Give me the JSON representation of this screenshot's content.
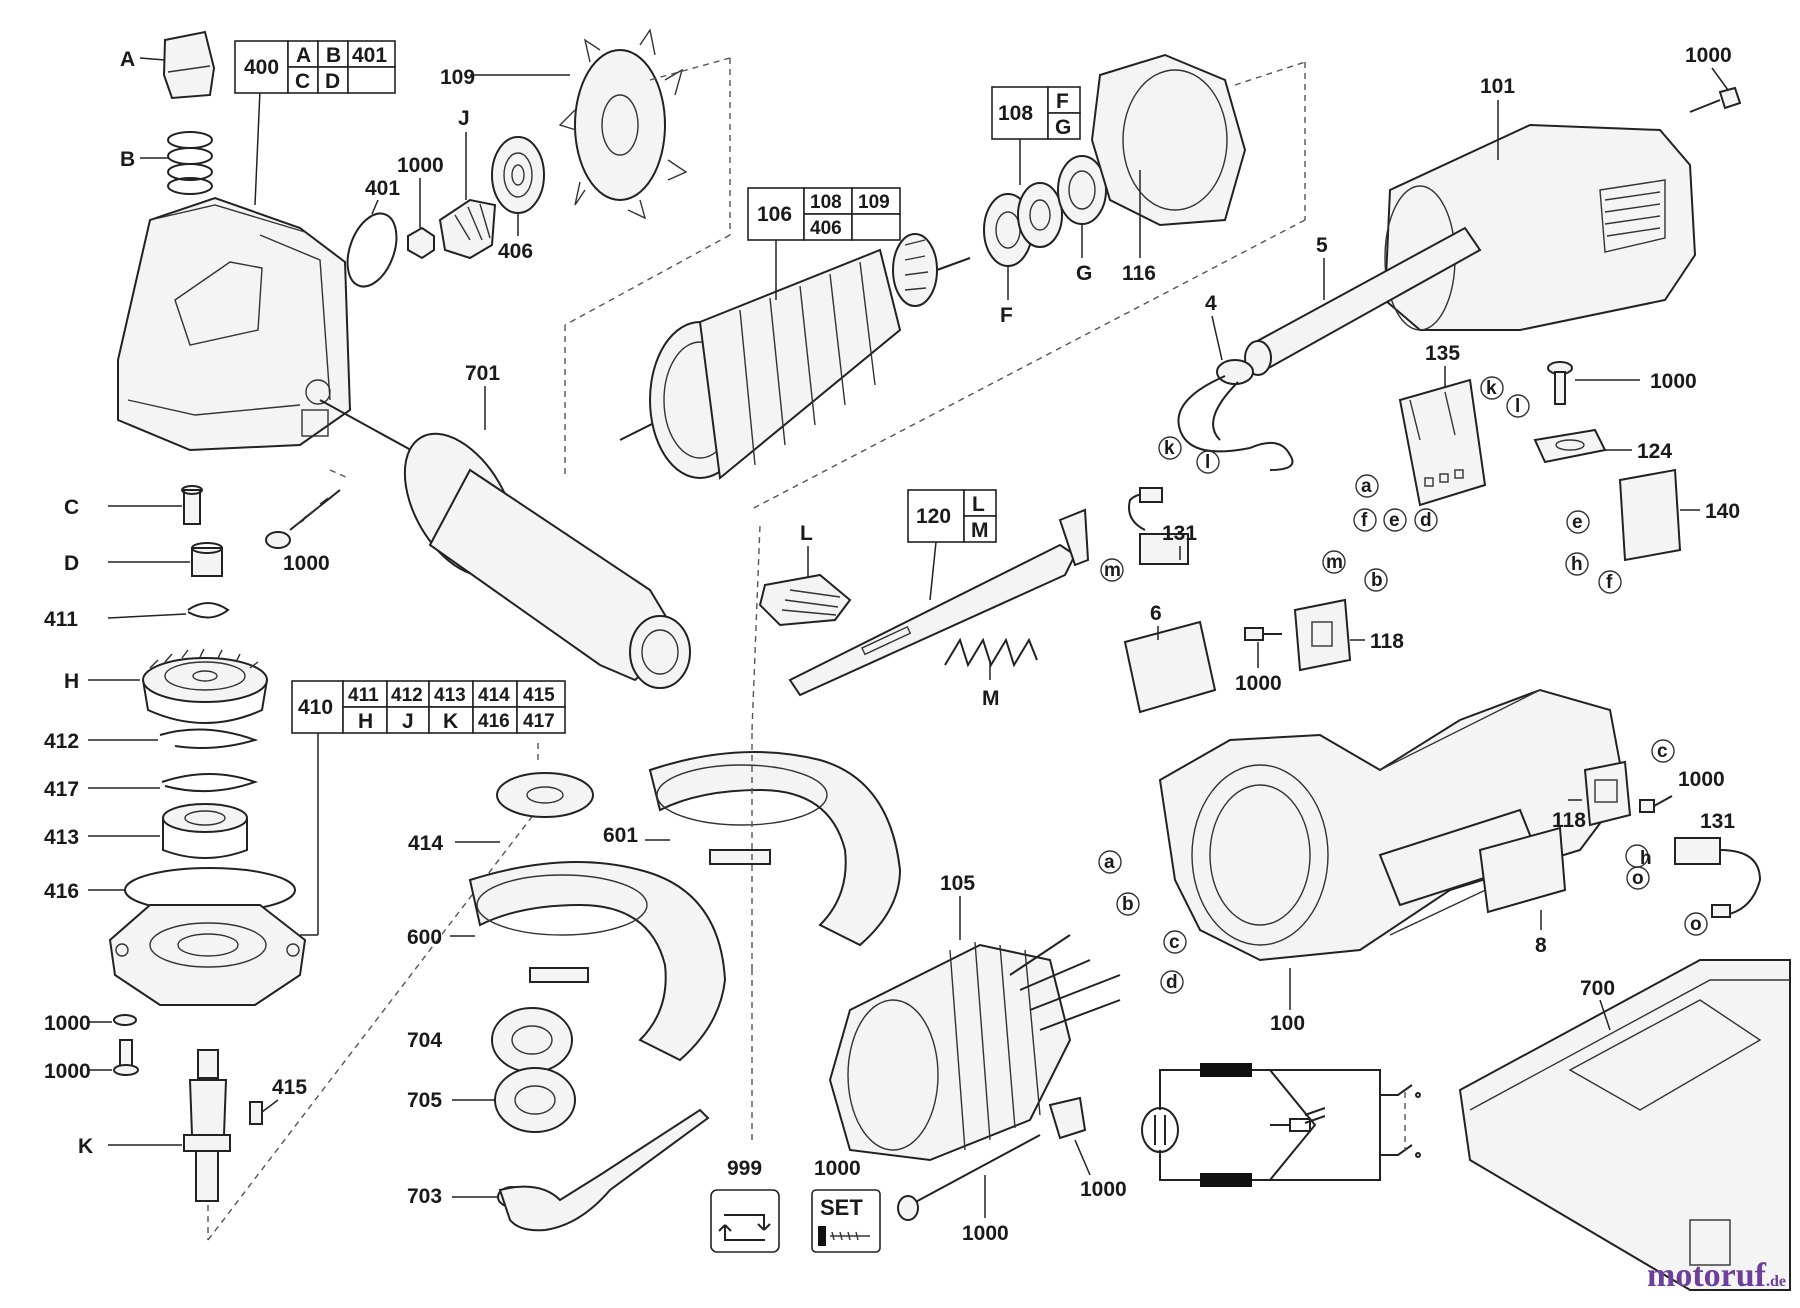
{
  "labels": {
    "A": "A",
    "B": "B",
    "C": "C",
    "D": "D",
    "H": "H",
    "K": "K",
    "J": "J",
    "F": "F",
    "G": "G",
    "L": "L",
    "M": "M",
    "p400": "400",
    "p401": "401",
    "p411": "411",
    "p412": "412",
    "p417": "417",
    "p413": "413",
    "p416": "416",
    "p415": "415",
    "p1000": "1000",
    "p109": "109",
    "p406": "406",
    "p701": "701",
    "p106": "106",
    "p108": "108",
    "p116": "116",
    "p101": "101",
    "p5": "5",
    "p4": "4",
    "p135": "135",
    "p124": "124",
    "p140": "140",
    "p120": "120",
    "p131": "131",
    "p118": "118",
    "p6": "6",
    "p8": "8",
    "p100": "100",
    "p105": "105",
    "p600": "600",
    "p601": "601",
    "p414": "414",
    "p704": "704",
    "p705": "705",
    "p703": "703",
    "p700": "700",
    "p999": "999",
    "ka": "a",
    "kb": "b",
    "kc": "c",
    "kd": "d",
    "ke": "e",
    "kf": "f",
    "kh": "h",
    "kk": "k",
    "kl": "l",
    "km": "m",
    "ko": "o"
  },
  "tables": {
    "t400": {
      "head": "400",
      "row1": [
        "A",
        "B",
        "401"
      ],
      "row2": [
        "C",
        "D",
        ""
      ]
    },
    "t108": {
      "head": "108",
      "row1": [
        "F"
      ],
      "row2": [
        "G"
      ]
    },
    "t106": {
      "head": "106",
      "row1": [
        "108",
        "109"
      ],
      "row2": [
        "406",
        ""
      ]
    },
    "t120": {
      "head": "120",
      "row1": [
        "L"
      ],
      "row2": [
        "M"
      ]
    },
    "t410": {
      "head": "410",
      "row1": [
        "411",
        "412",
        "413",
        "414",
        "415"
      ],
      "row2": [
        "H",
        "J",
        "K",
        "416",
        "417"
      ]
    }
  },
  "icons": {
    "set_icon_text": "SET"
  },
  "watermark": {
    "name": "motoruf",
    "tld": ".de"
  }
}
